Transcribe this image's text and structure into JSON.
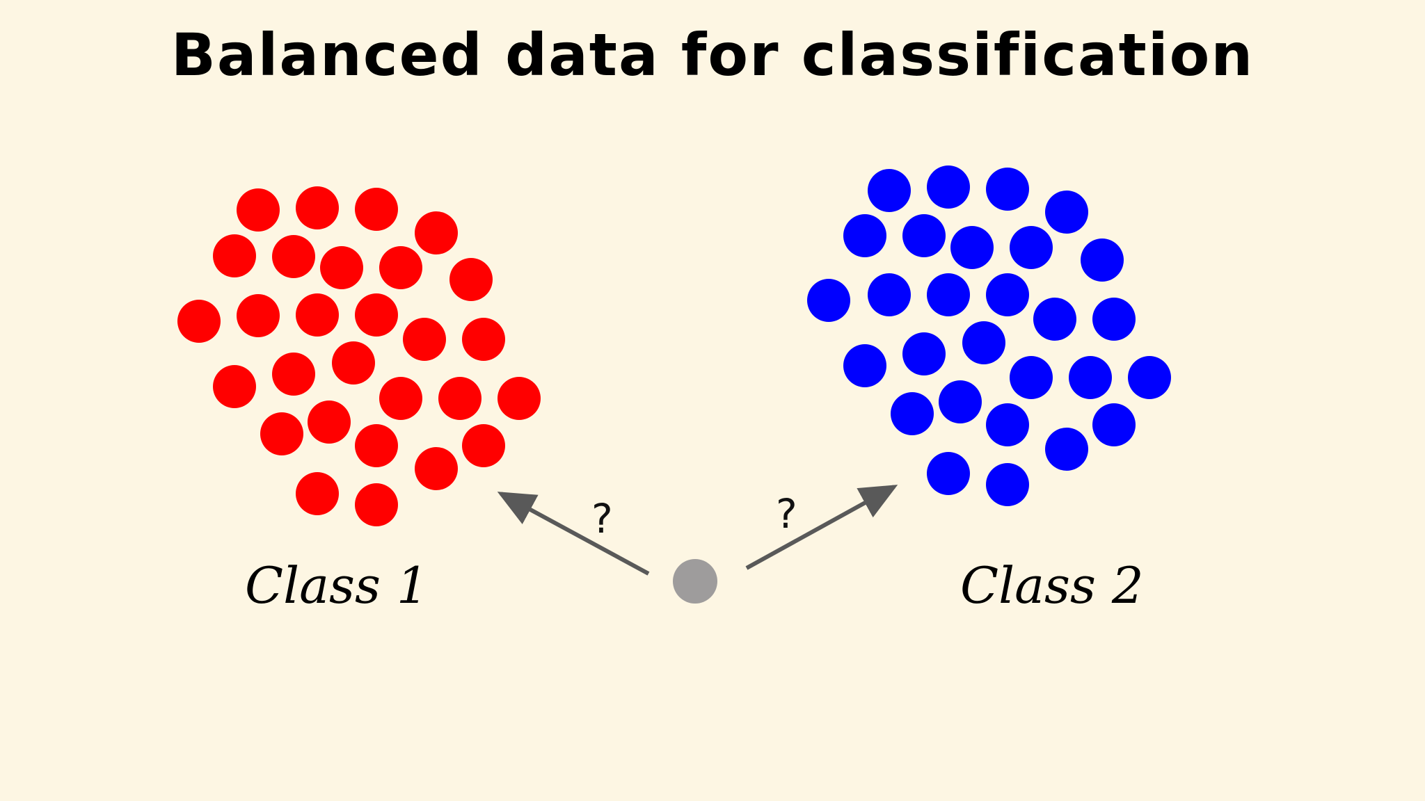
{
  "title": "Balanced data for classification",
  "classes": [
    {
      "label": "Class 1",
      "color": "#ff0000"
    },
    {
      "label": "Class 2",
      "color": "#0000ff"
    }
  ],
  "query_point_color": "#9e9c9c",
  "arrow_color": "#595959",
  "question_marks": [
    "?",
    "?"
  ]
}
